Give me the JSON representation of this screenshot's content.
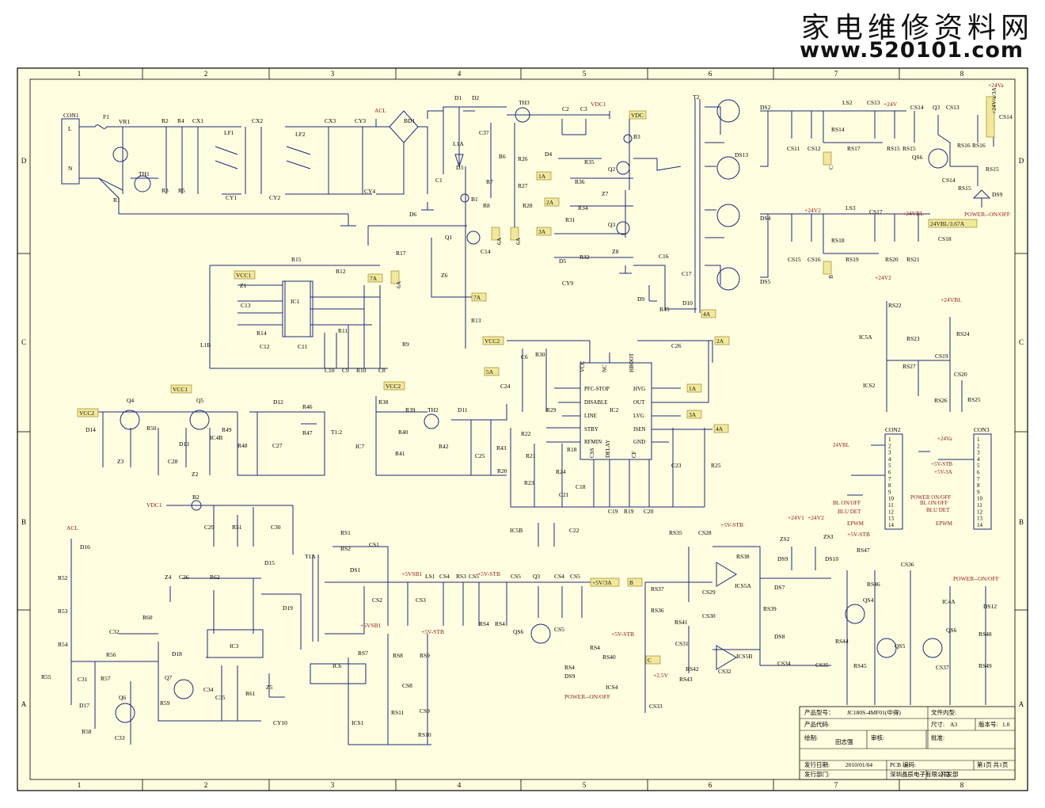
{
  "watermark": {
    "title": "家电维修资料网",
    "url": "www.520101.com"
  },
  "grid": {
    "cols": [
      "1",
      "2",
      "3",
      "4",
      "5",
      "6",
      "7",
      "8"
    ],
    "rows": [
      "D",
      "C",
      "B",
      "A"
    ]
  },
  "nets": {
    "vdc": "VDC",
    "vdc1": "VDC1",
    "acl": "ACL",
    "vcc1": "VCC1",
    "vcc2": "VCC2",
    "n1a": "1A",
    "n2a": "2A",
    "n3a": "3A",
    "n4a": "4A",
    "n5a": "5A",
    "n6a": "6A",
    "n7a": "7A",
    "b": "B",
    "c": "C",
    "v24": "+24V",
    "v24v1": "+24V1",
    "v24v2": "+24V2",
    "v24vbl": "+24VBL",
    "v24va": "+24Va",
    "out24a": "+24V/a/3A",
    "out24bl": "24VBL/3.67A",
    "vsb1": "+5VSB1",
    "v5stb": "+5V-STB",
    "v5out": "+5V/3A",
    "v25": "+2.5V",
    "power": "POWER--ON/OFF"
  },
  "labels": [
    {
      "id": "con1",
      "t": "CON1"
    },
    {
      "id": "L",
      "t": "L"
    },
    {
      "id": "N",
      "t": "N"
    },
    {
      "id": "F1",
      "t": "F1"
    },
    {
      "id": "VR1",
      "t": "VR1"
    },
    {
      "id": "TH1",
      "t": "TH1"
    },
    {
      "id": "R1",
      "t": "R1"
    },
    {
      "id": "R2",
      "t": "R2"
    },
    {
      "id": "R3",
      "t": "R3"
    },
    {
      "id": "R4",
      "t": "R4"
    },
    {
      "id": "R5",
      "t": "R5"
    },
    {
      "id": "CX1",
      "t": "CX1"
    },
    {
      "id": "LF1",
      "t": "LF1"
    },
    {
      "id": "CX2",
      "t": "CX2"
    },
    {
      "id": "LF2",
      "t": "LF2"
    },
    {
      "id": "CX3",
      "t": "CX3"
    },
    {
      "id": "CY1",
      "t": "CY1"
    },
    {
      "id": "CY2",
      "t": "CY2"
    },
    {
      "id": "CY3",
      "t": "CY3"
    },
    {
      "id": "CY4",
      "t": "CY4"
    },
    {
      "id": "BD1",
      "t": "BD1"
    },
    {
      "id": "C1",
      "t": "C1"
    },
    {
      "id": "D1",
      "t": "D1"
    },
    {
      "id": "D2",
      "t": "D2"
    },
    {
      "id": "L1A",
      "t": "L1A"
    },
    {
      "id": "D3",
      "t": "D3"
    },
    {
      "id": "B1",
      "t": "B1"
    },
    {
      "id": "TH3",
      "t": "TH3"
    },
    {
      "id": "C37",
      "t": "C37"
    },
    {
      "id": "R6",
      "t": "R6"
    },
    {
      "id": "R7",
      "t": "R7"
    },
    {
      "id": "R8",
      "t": "R8"
    },
    {
      "id": "R26",
      "t": "R26"
    },
    {
      "id": "R27",
      "t": "R27"
    },
    {
      "id": "R28",
      "t": "R28"
    },
    {
      "id": "C2",
      "t": "C2"
    },
    {
      "id": "C3",
      "t": "C3"
    },
    {
      "id": "B3",
      "t": "B3"
    },
    {
      "id": "D4",
      "t": "D4"
    },
    {
      "id": "R35",
      "t": "R35"
    },
    {
      "id": "R36",
      "t": "R36"
    },
    {
      "id": "Q2",
      "t": "Q2"
    },
    {
      "id": "Z7",
      "t": "Z7"
    },
    {
      "id": "R34",
      "t": "R34"
    },
    {
      "id": "R31",
      "t": "R31"
    },
    {
      "id": "Q3",
      "t": "Q3"
    },
    {
      "id": "D5",
      "t": "D5"
    },
    {
      "id": "R32",
      "t": "R32"
    },
    {
      "id": "Z8",
      "t": "Z8"
    },
    {
      "id": "C16",
      "t": "C16"
    },
    {
      "id": "C17",
      "t": "C17"
    },
    {
      "id": "D9",
      "t": "D9"
    },
    {
      "id": "R45",
      "t": "R45"
    },
    {
      "id": "D10",
      "t": "D10"
    },
    {
      "id": "T2",
      "t": "T2"
    },
    {
      "id": "DS2",
      "t": "DS2"
    },
    {
      "id": "DS13",
      "t": "DS13"
    },
    {
      "id": "DS4",
      "t": "DS4"
    },
    {
      "id": "DS5",
      "t": "DS5"
    },
    {
      "id": "LS2",
      "t": "LS2"
    },
    {
      "id": "CS13",
      "t": "CS13"
    },
    {
      "id": "CS14",
      "t": "CS14"
    },
    {
      "id": "Q3b",
      "t": "Q3"
    },
    {
      "id": "CS13b",
      "t": "CS13"
    },
    {
      "id": "CS14b",
      "t": "CS14"
    },
    {
      "id": "RS14",
      "t": "RS14"
    },
    {
      "id": "RS17",
      "t": "RS17"
    },
    {
      "id": "RS15",
      "t": "RS15"
    },
    {
      "id": "RS15b",
      "t": "RS15"
    },
    {
      "id": "CS11",
      "t": "CS11"
    },
    {
      "id": "CS12",
      "t": "CS12"
    },
    {
      "id": "QS6",
      "t": "QS6"
    },
    {
      "id": "RS16",
      "t": "RS16"
    },
    {
      "id": "RS16b",
      "t": "RS16"
    },
    {
      "id": "CS14c",
      "t": "CS14"
    },
    {
      "id": "RS15c",
      "t": "RS15"
    },
    {
      "id": "RS15d",
      "t": "RS15"
    },
    {
      "id": "DS9",
      "t": "DS9"
    },
    {
      "id": "LS3",
      "t": "LS3"
    },
    {
      "id": "CS17",
      "t": "CS17"
    },
    {
      "id": "RS18",
      "t": "RS18"
    },
    {
      "id": "RS19",
      "t": "RS19"
    },
    {
      "id": "RS20",
      "t": "RS20"
    },
    {
      "id": "RS21",
      "t": "RS21"
    },
    {
      "id": "CS18",
      "t": "CS18"
    },
    {
      "id": "CS15",
      "t": "CS15"
    },
    {
      "id": "CS16",
      "t": "CS16"
    },
    {
      "id": "D6",
      "t": "D6"
    },
    {
      "id": "Q1",
      "t": "Q1"
    },
    {
      "id": "R17",
      "t": "R17"
    },
    {
      "id": "C14",
      "t": "C14"
    },
    {
      "id": "Z6",
      "t": "Z6"
    },
    {
      "id": "R13",
      "t": "R13"
    },
    {
      "id": "R15",
      "t": "R15"
    },
    {
      "id": "Z1",
      "t": "Z1"
    },
    {
      "id": "C13",
      "t": "C13"
    },
    {
      "id": "IC1",
      "t": "IC1"
    },
    {
      "id": "R12",
      "t": "R12"
    },
    {
      "id": "R14",
      "t": "R14"
    },
    {
      "id": "L1B",
      "t": "L1B"
    },
    {
      "id": "C12",
      "t": "C12"
    },
    {
      "id": "C11",
      "t": "C11"
    },
    {
      "id": "C10",
      "t": "C10"
    },
    {
      "id": "C9",
      "t": "C9"
    },
    {
      "id": "R11",
      "t": "R11"
    },
    {
      "id": "R10",
      "t": "R10"
    },
    {
      "id": "C8",
      "t": "C8"
    },
    {
      "id": "R9",
      "t": "R9"
    },
    {
      "id": "CY9",
      "t": "CY9"
    },
    {
      "id": "C6",
      "t": "C6"
    },
    {
      "id": "R30",
      "t": "R30"
    },
    {
      "id": "C24",
      "t": "C24"
    },
    {
      "id": "R29",
      "t": "R29"
    },
    {
      "id": "IC2",
      "t": "IC2"
    },
    {
      "id": "C26",
      "t": "C26"
    },
    {
      "id": "R38",
      "t": "R38"
    },
    {
      "id": "R39",
      "t": "R39"
    },
    {
      "id": "TH2",
      "t": "TH2"
    },
    {
      "id": "D11",
      "t": "D11"
    },
    {
      "id": "R40",
      "t": "R40"
    },
    {
      "id": "R41",
      "t": "R41"
    },
    {
      "id": "IC7",
      "t": "IC7"
    },
    {
      "id": "R42",
      "t": "R42"
    },
    {
      "id": "C25",
      "t": "C25"
    },
    {
      "id": "R43",
      "t": "R43"
    },
    {
      "id": "R22",
      "t": "R22"
    },
    {
      "id": "R21",
      "t": "R21"
    },
    {
      "id": "R18",
      "t": "R18"
    },
    {
      "id": "R20",
      "t": "R20"
    },
    {
      "id": "R24",
      "t": "R24"
    },
    {
      "id": "R23",
      "t": "R23"
    },
    {
      "id": "C21",
      "t": "C21"
    },
    {
      "id": "C18",
      "t": "C18"
    },
    {
      "id": "C19",
      "t": "C19"
    },
    {
      "id": "R19",
      "t": "R19"
    },
    {
      "id": "C20",
      "t": "C20"
    },
    {
      "id": "C23",
      "t": "C23"
    },
    {
      "id": "R25",
      "t": "R25"
    },
    {
      "id": "IC5B",
      "t": "IC5B"
    },
    {
      "id": "C22",
      "t": "C22"
    },
    {
      "id": "Q4",
      "t": "Q4"
    },
    {
      "id": "Q5",
      "t": "Q5"
    },
    {
      "id": "D14",
      "t": "D14"
    },
    {
      "id": "R50",
      "t": "R50"
    },
    {
      "id": "Z3",
      "t": "Z3"
    },
    {
      "id": "C28",
      "t": "C28"
    },
    {
      "id": "D13",
      "t": "D13"
    },
    {
      "id": "R49",
      "t": "R49"
    },
    {
      "id": "IC4B",
      "t": "IC4B"
    },
    {
      "id": "Z2",
      "t": "Z2"
    },
    {
      "id": "R48",
      "t": "R48"
    },
    {
      "id": "C27",
      "t": "C27"
    },
    {
      "id": "D12",
      "t": "D12"
    },
    {
      "id": "R46",
      "t": "R46"
    },
    {
      "id": "R47",
      "t": "R47"
    },
    {
      "id": "T12",
      "t": "T1:2"
    },
    {
      "id": "B2",
      "t": "B2"
    },
    {
      "id": "C29",
      "t": "C29"
    },
    {
      "id": "R51",
      "t": "R51"
    },
    {
      "id": "C30",
      "t": "C30"
    },
    {
      "id": "D15",
      "t": "D15"
    },
    {
      "id": "D16",
      "t": "D16"
    },
    {
      "id": "R52",
      "t": "R52"
    },
    {
      "id": "R53",
      "t": "R53"
    },
    {
      "id": "R54",
      "t": "R54"
    },
    {
      "id": "R55",
      "t": "R55"
    },
    {
      "id": "C31",
      "t": "C31"
    },
    {
      "id": "C32",
      "t": "C32"
    },
    {
      "id": "R56",
      "t": "R56"
    },
    {
      "id": "R57",
      "t": "R57"
    },
    {
      "id": "D17",
      "t": "D17"
    },
    {
      "id": "R58",
      "t": "R58"
    },
    {
      "id": "Q6",
      "t": "Q6"
    },
    {
      "id": "C33",
      "t": "C33"
    },
    {
      "id": "Z4",
      "t": "Z4"
    },
    {
      "id": "C36",
      "t": "C36"
    },
    {
      "id": "R62",
      "t": "R62"
    },
    {
      "id": "R60",
      "t": "R60"
    },
    {
      "id": "D18",
      "t": "D18"
    },
    {
      "id": "IC3",
      "t": "IC3"
    },
    {
      "id": "Q7",
      "t": "Q7"
    },
    {
      "id": "R59",
      "t": "R59"
    },
    {
      "id": "C34",
      "t": "C34"
    },
    {
      "id": "C35",
      "t": "C35"
    },
    {
      "id": "R61",
      "t": "R61"
    },
    {
      "id": "D19",
      "t": "D19"
    },
    {
      "id": "T1A",
      "t": "T1A"
    },
    {
      "id": "RS1",
      "t": "RS1"
    },
    {
      "id": "RS2",
      "t": "RS2"
    },
    {
      "id": "CS1",
      "t": "CS1"
    },
    {
      "id": "DS1",
      "t": "DS1"
    },
    {
      "id": "LS1",
      "t": "LS1"
    },
    {
      "id": "CS2",
      "t": "CS2"
    },
    {
      "id": "CS3",
      "t": "CS3"
    },
    {
      "id": "CS4",
      "t": "CS4"
    },
    {
      "id": "RS3",
      "t": "RS3"
    },
    {
      "id": "CS5",
      "t": "CS5"
    },
    {
      "id": "RS4",
      "t": "RS4"
    },
    {
      "id": "RS4b",
      "t": "RS4"
    },
    {
      "id": "CS5b",
      "t": "CS5"
    },
    {
      "id": "Q3c",
      "t": "Q3"
    },
    {
      "id": "CS4b",
      "t": "CS4"
    },
    {
      "id": "CS5c",
      "t": "CS5"
    },
    {
      "id": "QS6b",
      "t": "QS6"
    },
    {
      "id": "CS5d",
      "t": "CS5"
    },
    {
      "id": "RS4c",
      "t": "RS4"
    },
    {
      "id": "RS4d",
      "t": "RS4"
    },
    {
      "id": "DS9b",
      "t": "DS9"
    },
    {
      "id": "Z5",
      "t": "Z5"
    },
    {
      "id": "IC6",
      "t": "IC6"
    },
    {
      "id": "RS7",
      "t": "RS7"
    },
    {
      "id": "RS8",
      "t": "RS8"
    },
    {
      "id": "RS9",
      "t": "RS9"
    },
    {
      "id": "CS8",
      "t": "CS8"
    },
    {
      "id": "RS11",
      "t": "RS11"
    },
    {
      "id": "CS9",
      "t": "CS9"
    },
    {
      "id": "ICS1",
      "t": "ICS1"
    },
    {
      "id": "RS10",
      "t": "RS10"
    },
    {
      "id": "CY10",
      "t": "CY10"
    },
    {
      "id": "RS35",
      "t": "RS35"
    },
    {
      "id": "CS28",
      "t": "CS28"
    },
    {
      "id": "RS38",
      "t": "RS38"
    },
    {
      "id": "ICS5A",
      "t": "ICS5A"
    },
    {
      "id": "RS37",
      "t": "RS37"
    },
    {
      "id": "CS29",
      "t": "CS29"
    },
    {
      "id": "RS36",
      "t": "RS36"
    },
    {
      "id": "CS30",
      "t": "CS30"
    },
    {
      "id": "RS41",
      "t": "RS41"
    },
    {
      "id": "CS31",
      "t": "CS31"
    },
    {
      "id": "ICS5B",
      "t": "ICS5B"
    },
    {
      "id": "RS42",
      "t": "RS42"
    },
    {
      "id": "RS43",
      "t": "RS43"
    },
    {
      "id": "CS32",
      "t": "CS32"
    },
    {
      "id": "RS39",
      "t": "RS39"
    },
    {
      "id": "RS40",
      "t": "RS40"
    },
    {
      "id": "ICS4",
      "t": "ICS4"
    },
    {
      "id": "CS33",
      "t": "CS33"
    },
    {
      "id": "DS7",
      "t": "DS7"
    },
    {
      "id": "DS8",
      "t": "DS8"
    },
    {
      "id": "CS34",
      "t": "CS34"
    },
    {
      "id": "ZS2",
      "t": "ZS2"
    },
    {
      "id": "ZS3",
      "t": "ZS3"
    },
    {
      "id": "DS9c",
      "t": "DS9"
    },
    {
      "id": "DS10",
      "t": "DS10"
    },
    {
      "id": "RS47",
      "t": "RS47"
    },
    {
      "id": "CS36",
      "t": "CS36"
    },
    {
      "id": "RS46",
      "t": "RS46"
    },
    {
      "id": "QS4",
      "t": "QS4"
    },
    {
      "id": "RS44",
      "t": "RS44"
    },
    {
      "id": "CS35",
      "t": "CS35"
    },
    {
      "id": "RS45",
      "t": "RS45"
    },
    {
      "id": "QS5",
      "t": "QS5"
    },
    {
      "id": "IC4A",
      "t": "IC4A"
    },
    {
      "id": "QS6c",
      "t": "QS6"
    },
    {
      "id": "CS37",
      "t": "CS37"
    },
    {
      "id": "DS12",
      "t": "DS12"
    },
    {
      "id": "RS48",
      "t": "RS48"
    },
    {
      "id": "RS49",
      "t": "RS49"
    },
    {
      "id": "RS22",
      "t": "RS22"
    },
    {
      "id": "RS23",
      "t": "RS23"
    },
    {
      "id": "IC5A",
      "t": "IC5A"
    },
    {
      "id": "RS27",
      "t": "RS27"
    },
    {
      "id": "ICS2",
      "t": "ICS2"
    },
    {
      "id": "RS24",
      "t": "RS24"
    },
    {
      "id": "CS19",
      "t": "CS19"
    },
    {
      "id": "CS20",
      "t": "CS20"
    },
    {
      "id": "RS25",
      "t": "RS25"
    },
    {
      "id": "RS26",
      "t": "RS26"
    },
    {
      "id": "CON2",
      "t": "CON2"
    },
    {
      "id": "CON3",
      "t": "CON3"
    }
  ],
  "ic2_pins": [
    "VCC",
    "NC",
    "HBOOT",
    "PFC-STOP",
    "HVG",
    "DISABLE",
    "OUT",
    "LINE",
    "LVG",
    "STBY",
    "ISEN",
    "RFMIN",
    "GND",
    "CSS",
    "DELAY",
    "CF"
  ],
  "con2": {
    "net": "24VBL",
    "signals": [
      "BL ON/OFF",
      "BLU DET",
      "EPWM"
    ]
  },
  "con3": {
    "signals": [
      "+24Va",
      "+5V-STB",
      "+5V-3A",
      "POWER ON/OFF",
      "BL ON/OFF",
      "BLU DET",
      "EPWM"
    ]
  },
  "title_block": {
    "model_label": "产品型号：",
    "model": "JC180S-4MF01(中得)",
    "file_label": "文件内型:",
    "code_label": "产品代码:",
    "size_label": "尺寸:",
    "size": "A3",
    "ver_label": "版本号:",
    "ver": "1.0",
    "draw_label": "绘制:",
    "drawer": "田志强",
    "check_label": "审核:",
    "approve_label": "批准:",
    "date_label": "发行日期:",
    "date": "2010/01/04",
    "pcb_label": "PCB 编码:",
    "page": "第1页 共1页",
    "dept_label": "发行部门:",
    "company": "深圳晶辰电子有限公司",
    "dept": "开发部"
  },
  "colors": {
    "line": "#1b2a7a",
    "paper": "#fffde0",
    "tag": "#f2e89a",
    "net": "#8b1a1a",
    "pin": "#c0201e"
  }
}
